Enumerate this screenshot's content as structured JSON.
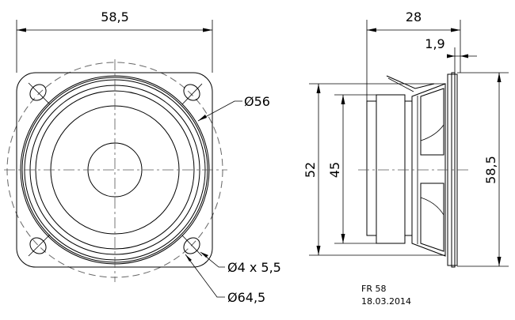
{
  "front_view": {
    "width_dim": "58,5",
    "cone_diameter": "Ø56",
    "hole_spec": "Ø4 x 5,5",
    "bolt_circle": "Ø64,5"
  },
  "side_view": {
    "depth_dim": "28",
    "flange_thickness": "1,9",
    "basket_height": "52",
    "magnet_height": "45",
    "flange_height": "58,5"
  },
  "title_block": {
    "model": "FR 58",
    "date": "18.03.2014"
  }
}
